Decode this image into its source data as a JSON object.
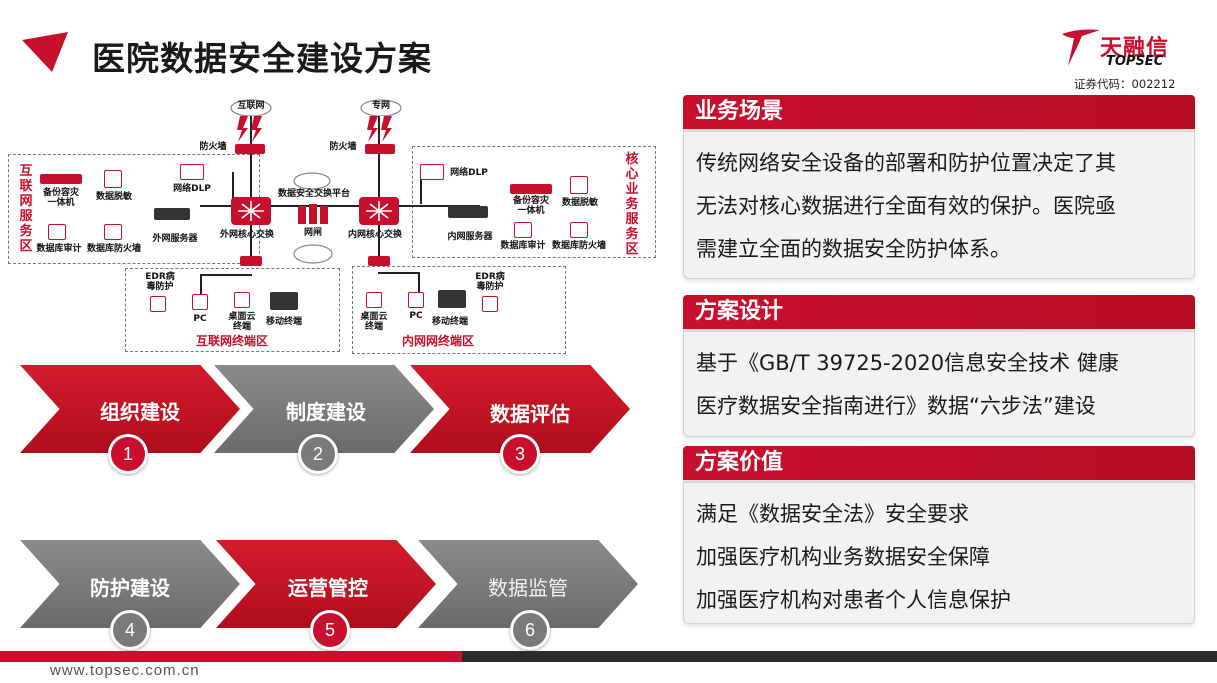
{
  "header": {
    "title": "医院数据安全建设方案",
    "logo_cn": "天融信",
    "logo_en": "TOPSEC",
    "stock_code": "证券代码：002212"
  },
  "diagram": {
    "internet": "互联网",
    "private_net": "专网",
    "firewall_left": "防火墙",
    "firewall_right": "防火墙",
    "internet_service_zone": "互联网服务区",
    "core_service_zone": "核心业务服务区",
    "backup_left": "备份容灾\n一体机",
    "desensitize_left": "数据脱敏",
    "audit_left": "数据库审计",
    "dbfw_left": "数据库防火墙",
    "dlp_left": "网络DLP",
    "outer_server": "外网服务器",
    "outer_core": "外网核心交换",
    "exchange_platform": "数据安全交换平台",
    "gateway": "网闸",
    "inner_core": "内网核心交换",
    "dlp_right": "网络DLP",
    "inner_server": "内网服务器",
    "backup_right": "备份容灾\n一体机",
    "desensitize_right": "数据脱敏",
    "audit_right": "数据库审计",
    "dbfw_right": "数据库防火墙",
    "edr_left": "EDR病\n毒防护",
    "pc_left": "PC",
    "cloud_left": "桌面云\n终端",
    "mobile_left": "移动终端",
    "internet_terminal_zone": "互联网终端区",
    "cloud_right": "桌面云\n终端",
    "pc_right": "PC",
    "mobile_right": "移动终端",
    "edr_right": "EDR病\n毒防护",
    "intranet_terminal_zone": "内网网终端区"
  },
  "process": {
    "steps": [
      {
        "label": "组织建设",
        "num": "1"
      },
      {
        "label": "制度建设",
        "num": "2"
      },
      {
        "label": "数据评估",
        "num": "3"
      },
      {
        "label": "防护建设",
        "num": "4"
      },
      {
        "label": "运营管控",
        "num": "5"
      },
      {
        "label": "数据监管",
        "num": "6"
      }
    ]
  },
  "sections": {
    "scenario": {
      "title": "业务场景",
      "lines": [
        "传统网络安全设备的部署和防护位置决定了其",
        "无法对核心数据进行全面有效的保护。医院亟",
        "需建立全面的数据安全防护体系。"
      ]
    },
    "design": {
      "title": "方案设计",
      "lines": [
        "基于《GB/T 39725-2020信息安全技术 健康",
        "医疗数据安全指南进行》数据“六步法”建设"
      ]
    },
    "value": {
      "title": "方案价值",
      "lines": [
        "满足《数据安全法》安全要求",
        "加强医疗机构业务数据安全保障",
        "加强医疗机构对患者个人信息保护"
      ]
    }
  },
  "footer": {
    "url": "www.topsec.com.cn"
  },
  "colors": {
    "brand_red": "#c8102e",
    "grey": "#7a7a7a",
    "dark": "#2b2b2b"
  }
}
